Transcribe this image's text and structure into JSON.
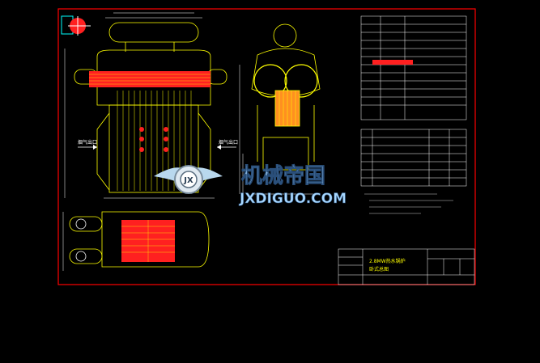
{
  "drawing": {
    "title_block": {
      "drawing_title_line1": "2.8MW热水锅炉",
      "drawing_title_line2": "卧式总图"
    },
    "side_labels": {
      "left_arrow_label": "烟气出口",
      "right_arrow_label": "烟气出口"
    }
  },
  "watermark": {
    "chinese": "机械帝国",
    "english": "JXDIGUO.COM",
    "emblem_letters": "JX"
  },
  "colors": {
    "background": "#000000",
    "frame": "#ff0000",
    "drawing_lines": "#ffff00",
    "red_fill": "#ff2020",
    "white_lines": "#ffffff",
    "watermark_blue": "#9fd3ff"
  }
}
